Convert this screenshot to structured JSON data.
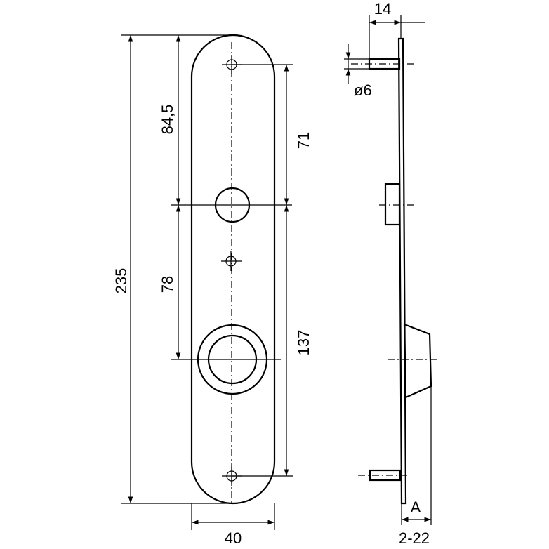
{
  "labels": {
    "overall_height": "235",
    "top_to_spindle": "84,5",
    "spindle_to_cylinder": "78",
    "width": "40",
    "right_upper": "71",
    "right_lower": "137",
    "pin_length": "14",
    "pin_diameter": "ø6",
    "section_mark": "A",
    "thickness_range": "2-22"
  }
}
